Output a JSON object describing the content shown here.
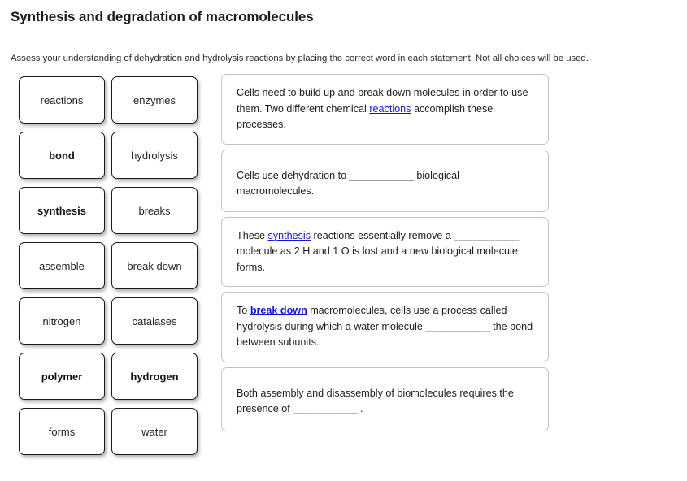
{
  "page": {
    "title": "Synthesis and degradation of macromolecules",
    "instructions": "Assess your understanding of dehydration and hydrolysis reactions by placing the correct word in each statement. Not all choices will be used."
  },
  "colors": {
    "answer_link": "#1414dd",
    "tile_border": "#1a1a1a",
    "statement_border": "#c3c3c3",
    "text": "#1d1d1d"
  },
  "word_bank": {
    "name": "word-bank",
    "tiles": [
      {
        "label": "reactions",
        "bold": false
      },
      {
        "label": "enzymes",
        "bold": false
      },
      {
        "label": "bond",
        "bold": true
      },
      {
        "label": "hydrolysis",
        "bold": false
      },
      {
        "label": "synthesis",
        "bold": true
      },
      {
        "label": "breaks",
        "bold": false
      },
      {
        "label": "assemble",
        "bold": false
      },
      {
        "label": "break down",
        "bold": false
      },
      {
        "label": "nitrogen",
        "bold": false
      },
      {
        "label": "catalases",
        "bold": false
      },
      {
        "label": "polymer",
        "bold": true
      },
      {
        "label": "hydrogen",
        "bold": true
      },
      {
        "label": "forms",
        "bold": false
      },
      {
        "label": "water",
        "bold": false
      }
    ]
  },
  "statements": [
    {
      "id": "statement-1",
      "parts": [
        {
          "type": "text",
          "value": "Cells need to build up and break down molecules in order to use them. Two different chemical "
        },
        {
          "type": "answer",
          "value": "reactions",
          "bold": false
        },
        {
          "type": "text",
          "value": " accomplish these processes."
        }
      ]
    },
    {
      "id": "statement-2",
      "parts": [
        {
          "type": "text",
          "value": "Cells use dehydration to "
        },
        {
          "type": "blank",
          "value": "____________"
        },
        {
          "type": "text",
          "value": " biological macromolecules."
        }
      ]
    },
    {
      "id": "statement-3",
      "parts": [
        {
          "type": "text",
          "value": "These "
        },
        {
          "type": "answer",
          "value": "synthesis",
          "bold": false
        },
        {
          "type": "text",
          "value": " reactions essentially remove a "
        },
        {
          "type": "blank",
          "value": "____________"
        },
        {
          "type": "text",
          "value": " molecule as 2 H and 1 O is lost and a new biological molecule forms."
        }
      ]
    },
    {
      "id": "statement-4",
      "parts": [
        {
          "type": "text",
          "value": "To "
        },
        {
          "type": "answer",
          "value": "break down",
          "bold": true
        },
        {
          "type": "text",
          "value": " macromolecules, cells use a process called hydrolysis during which a water molecule "
        },
        {
          "type": "blank",
          "value": "____________"
        },
        {
          "type": "text",
          "value": " the bond between subunits."
        }
      ]
    },
    {
      "id": "statement-5",
      "parts": [
        {
          "type": "text",
          "value": "Both assembly and disassembly of biomolecules requires the presence of "
        },
        {
          "type": "blank",
          "value": "____________"
        },
        {
          "type": "text",
          "value": " ."
        }
      ]
    }
  ]
}
